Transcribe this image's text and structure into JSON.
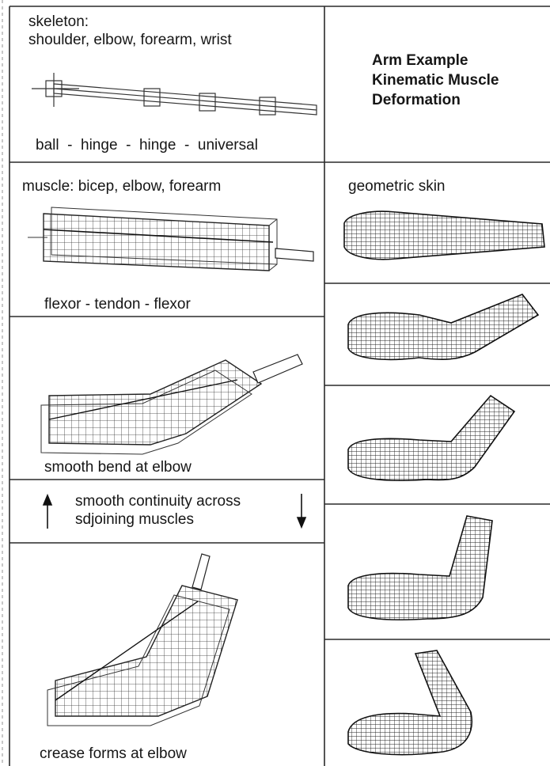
{
  "title": {
    "line1": "Arm Example",
    "line2": "Kinematic Muscle",
    "line3": "Deformation"
  },
  "skeleton": {
    "label_line1": "skeleton:",
    "label_line2": "shoulder, elbow, forearm, wrist",
    "joints": "ball  -  hinge  -  hinge  -  universal"
  },
  "muscle": {
    "label": "muscle: bicep, elbow, forearm",
    "parts": "flexor - tendon - flexor"
  },
  "bend": {
    "caption": "smooth bend at elbow"
  },
  "continuity": {
    "line1": "smooth continuity across",
    "line2": "sdjoining muscles"
  },
  "crease": {
    "caption": "crease forms at elbow"
  },
  "skin": {
    "label": "geometric skin"
  }
}
